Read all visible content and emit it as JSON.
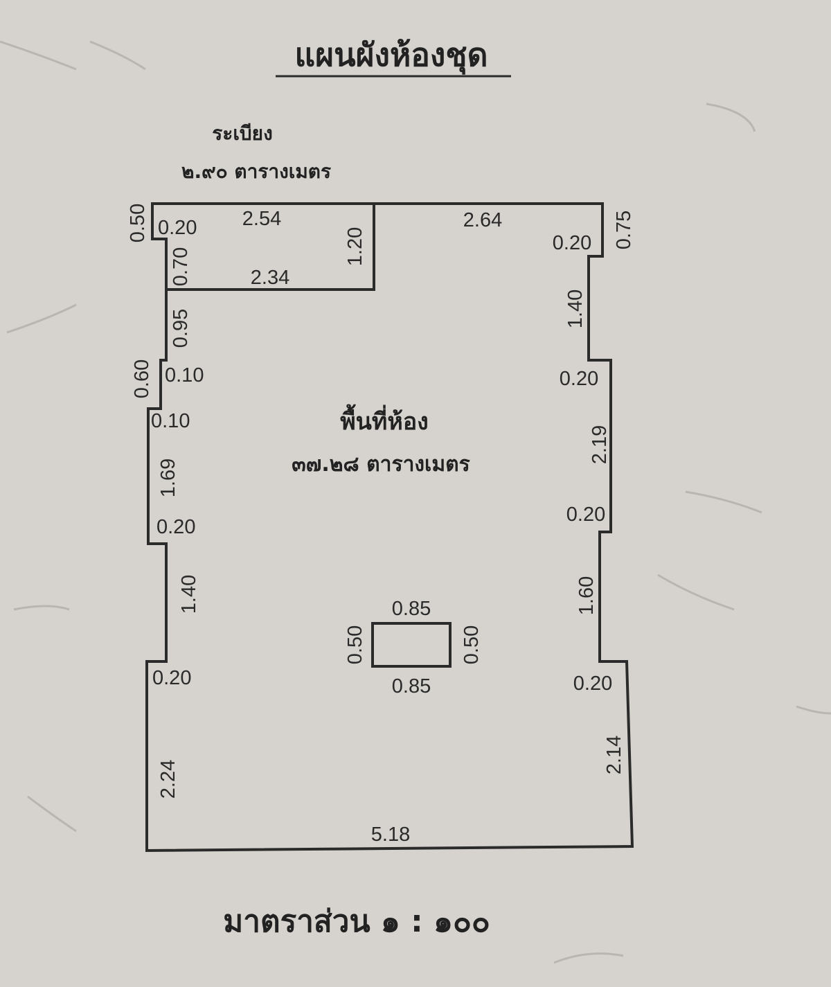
{
  "title": "แผนผังห้องชุด",
  "balcony": {
    "label": "ระเบียง",
    "area": "๒.๙๐ ตารางเมตร"
  },
  "room": {
    "label": "พื้นที่ห้อง",
    "area": "๓๗.๒๘ ตารางเมตร"
  },
  "scale": "มาตราส่วน ๑ : ๑๐๐",
  "dimensions": {
    "balcony_left_outer": "0.50",
    "balcony_left_step": "0.20",
    "balcony_top": "2.54",
    "balcony_left_inner": "0.70",
    "balcony_bottom": "2.34",
    "balcony_right": "1.20",
    "top_right": "2.64",
    "right_top_step": "0.20",
    "right_top": "0.75",
    "right_upper": "1.40",
    "right_step_1": "0.20",
    "right_middle": "2.19",
    "right_step_2": "0.20",
    "right_lower": "1.60",
    "right_step_3": "0.20",
    "right_bottom": "2.14",
    "bottom": "5.18",
    "left_upper": "0.95",
    "left_step_1": "0.10",
    "left_notch": "0.60",
    "left_step_2": "0.10",
    "left_middle": "1.69",
    "left_step_3": "0.20",
    "left_lower": "1.40",
    "left_step_4": "0.20",
    "left_bottom": "2.24",
    "column_top": "0.85",
    "column_bottom": "0.85",
    "column_left": "0.50",
    "column_right": "0.50"
  }
}
